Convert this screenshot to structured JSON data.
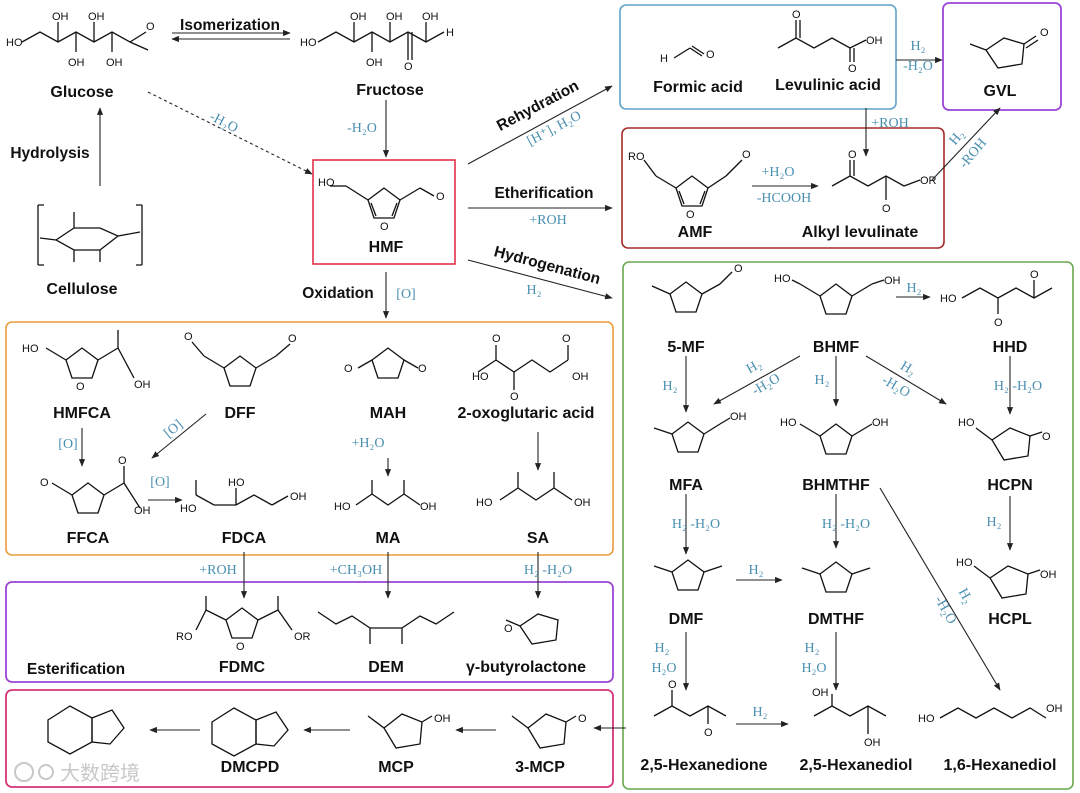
{
  "compounds": {
    "glucose": "Glucose",
    "fructose": "Fructose",
    "cellulose": "Cellulose",
    "hmf": "HMF",
    "formic_acid": "Formic acid",
    "levulinic_acid": "Levulinic acid",
    "gvl": "GVL",
    "amf": "AMF",
    "alkyl_levulinate": "Alkyl levulinate",
    "hmfca": "HMFCA",
    "dff": "DFF",
    "mah": "MAH",
    "oxoglutaric": "2-oxoglutaric acid",
    "ffca": "FFCA",
    "fdca": "FDCA",
    "ma": "MA",
    "sa": "SA",
    "fdmc": "FDMC",
    "dem": "DEM",
    "gbl": "γ-butyrolactone",
    "dmcpd": "DMCPD",
    "mcp": "MCP",
    "mcp3": "3-MCP",
    "mf5": "5-MF",
    "bhmf": "BHMF",
    "hhd": "HHD",
    "mfa": "MFA",
    "bhmthf": "BHMTHF",
    "hcpn": "HCPN",
    "dmf": "DMF",
    "dmthf": "DMTHF",
    "hcpl": "HCPL",
    "hexanedione": "2,5-Hexanedione",
    "hexanediol25": "2,5-Hexanediol",
    "hexanediol16": "1,6-Hexanediol"
  },
  "processes": {
    "isomerization": "Isomerization",
    "hydrolysis": "Hydrolysis",
    "rehydration": "Rehydration",
    "etherification": "Etherification",
    "hydrogenation": "Hydrogenation",
    "oxidation": "Oxidation",
    "esterification": "Esterification"
  },
  "conditions": {
    "minus_h2o": "-H₂O",
    "o": "[O]",
    "h_h2o": "[H⁺], H₂O",
    "plus_roh": "+ROH",
    "plus_h2o": "+H₂O",
    "minus_hcooh": "-HCOOH",
    "h2": "H₂",
    "plus_ch3oh": "+CH₃OH",
    "h2_minus_h2o": "H₂ -H₂O",
    "h2o": "H₂O",
    "minus_roh": "-ROH"
  },
  "watermark": "大数跨境",
  "colors": {
    "blue_box": "#5fa3c9",
    "purple_box": "#9b45d6",
    "red_box": "#a52a2a",
    "hmf_box": "#e0334a",
    "orange_box": "#eb9c3c",
    "green_box": "#6aa84f",
    "pink_box": "#d6337a",
    "condition_text": "#4a8fb0"
  }
}
